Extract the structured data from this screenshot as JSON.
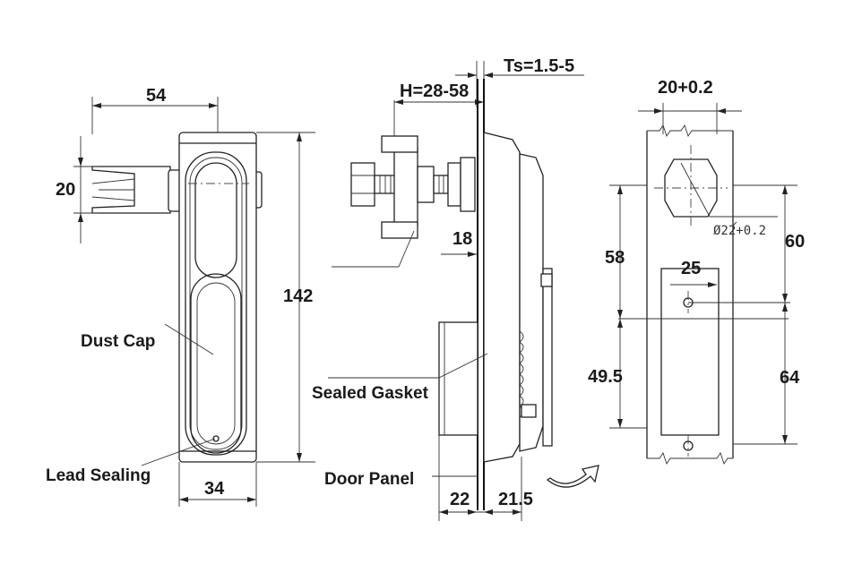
{
  "front_view": {
    "dim_width_top": "54",
    "dim_height_handle": "20",
    "dim_total_height": "142",
    "dim_bottom_width": "34",
    "label_dust_cap": "Dust Cap",
    "label_lead_sealing": "Lead Sealing"
  },
  "side_view": {
    "dim_ts": "Ts=1.5-5",
    "dim_h": "H=28-58",
    "dim_18": "18",
    "dim_22": "22",
    "dim_21_5": "21.5",
    "label_sealed_gasket": "Sealed Gasket",
    "label_door_panel": "Door Panel"
  },
  "cutout_view": {
    "dim_width": "20+0.2",
    "dim_diameter": "Ø22+0.2",
    "dim_60": "60",
    "dim_58": "58",
    "dim_25": "25",
    "dim_49_5": "49.5",
    "dim_64": "64"
  }
}
